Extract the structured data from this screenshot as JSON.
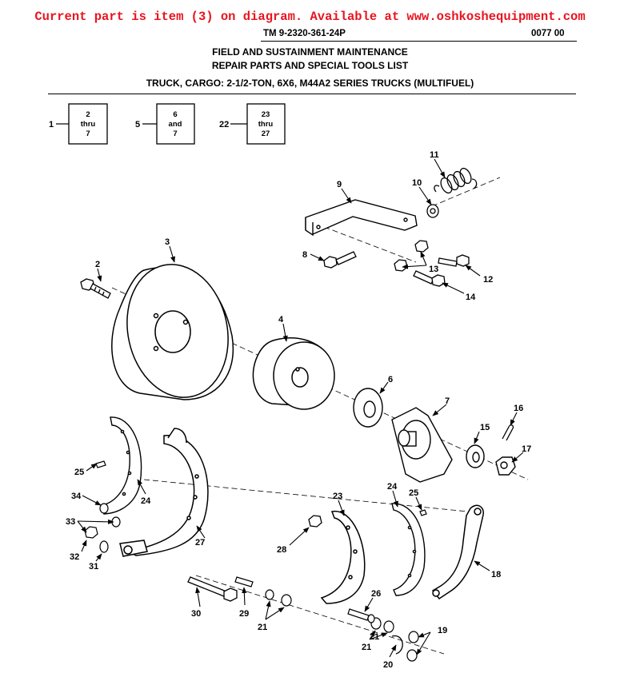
{
  "banner": "Current part is item (3) on diagram. Available at www.oshkoshequipment.com",
  "header": {
    "tm_number": "TM 9-2320-361-24P",
    "work_package": "0077 00",
    "title_line1": "FIELD AND SUSTAINMENT MAINTENANCE",
    "title_line2": "REPAIR PARTS AND SPECIAL TOOLS LIST",
    "title_line3": "TRUCK, CARGO: 2-1/2-TON, 6X6, M44A2 SERIES TRUCKS (MULTIFUEL)"
  },
  "legend_groups": [
    {
      "item": "1",
      "line1": "2",
      "line2": "thru",
      "line3": "7"
    },
    {
      "item": "5",
      "line1": "6",
      "line2": "and",
      "line3": "7"
    },
    {
      "item": "22",
      "line1": "23",
      "line2": "thru",
      "line3": "27"
    }
  ],
  "callouts": [
    "2",
    "3",
    "4",
    "6",
    "7",
    "8",
    "9",
    "10",
    "11",
    "12",
    "13",
    "14",
    "15",
    "16",
    "17",
    "18",
    "19",
    "20",
    "21",
    "21",
    "21",
    "23",
    "24",
    "24",
    "25",
    "25",
    "26",
    "27",
    "28",
    "29",
    "30",
    "31",
    "32",
    "33",
    "34"
  ]
}
